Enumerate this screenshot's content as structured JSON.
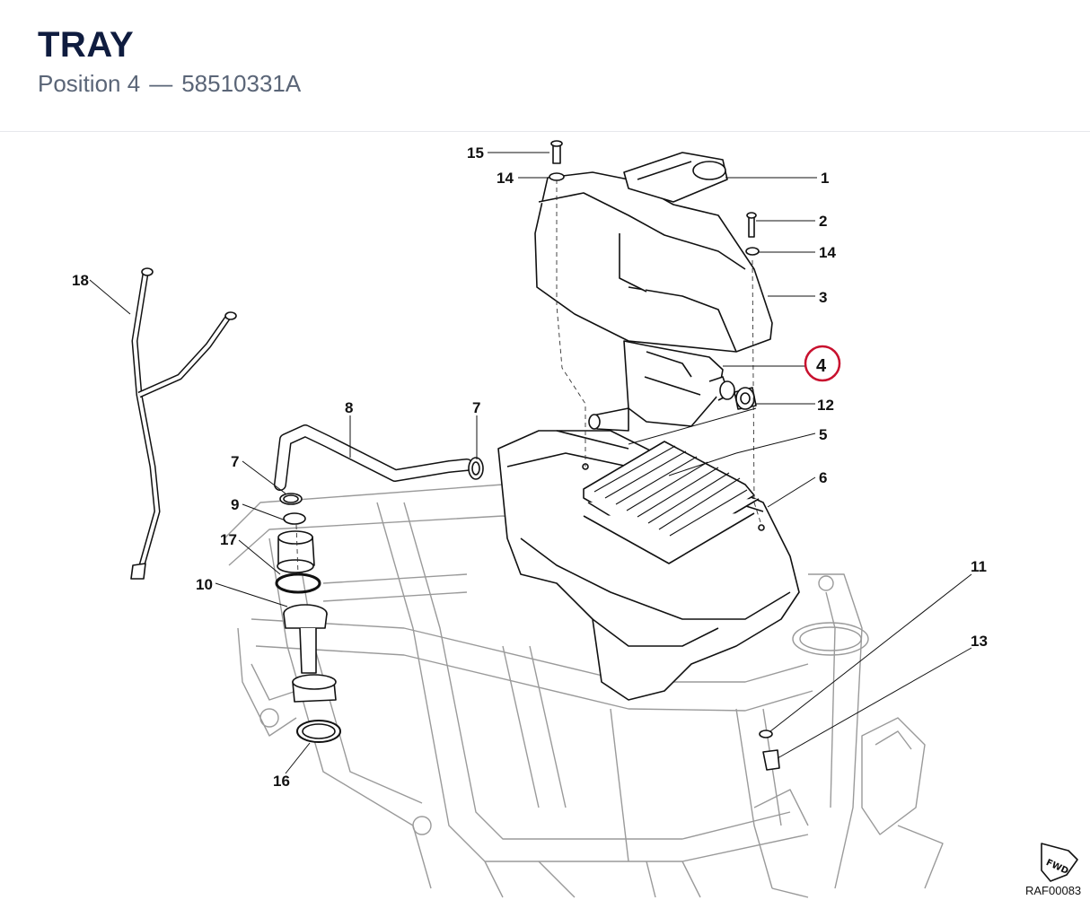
{
  "header": {
    "title": "TRAY",
    "position_label": "Position 4",
    "dash": "—",
    "part_number": "58510331A"
  },
  "callouts": [
    "15",
    "14",
    "1",
    "2",
    "14",
    "3",
    "4",
    "12",
    "8",
    "7",
    "7",
    "5",
    "6",
    "9",
    "17",
    "10",
    "18",
    "11",
    "13",
    "16"
  ],
  "highlighted_callout": "4",
  "accent_color": "#c8102e",
  "drawing_ref": "RAF00083",
  "fwd_label": "FWD"
}
